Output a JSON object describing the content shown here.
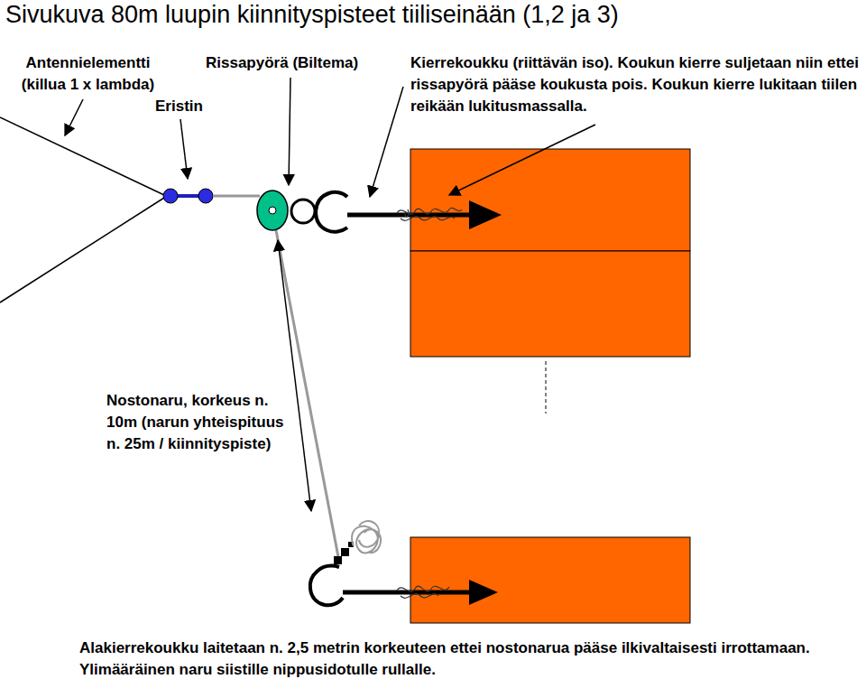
{
  "diagram": {
    "title": "Sivukuva 80m luupin kiinnityspisteet tiiliseinään (1,2 ja 3)",
    "labels": [
      "Antennielementti (killua 1 x lambda)",
      "Eristin",
      "Rissapyörä (Biltema)",
      "Kierrekoukku (riittävän iso). Koukun kierre suljetaan niin ettei rissapyörä pääse koukusta pois. Koukun kierre lukitaan tiilen reikään lukitusmassalla.",
      "Nostonaru, korkeus n. 10m (narun yhteispituus n. 25m / kiinnityspiste)",
      "Alakierrekoukku laitetaan n. 2,5 metrin korkeuteen ettei nostonarua pääse ilkivaltaisesti irrottamaan. Ylimääräinen naru siistille nippusidotulle rullalle."
    ]
  }
}
